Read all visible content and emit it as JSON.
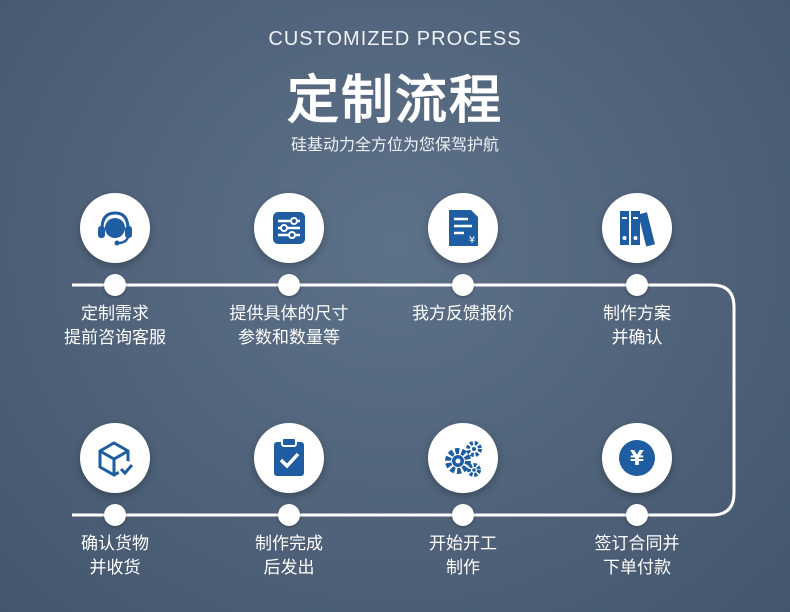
{
  "header": {
    "english_title": "CUSTOMIZED PROCESS",
    "chinese_title": "定制流程",
    "subtitle": "硅基动力全方位为您保驾护航"
  },
  "colors": {
    "accent": "#1f5da3",
    "line": "#ffffff"
  },
  "steps": [
    {
      "icon": "headset-icon",
      "lines": [
        "定制需求",
        "提前咨询客服"
      ]
    },
    {
      "icon": "sliders-icon",
      "lines": [
        "提供具体的尺寸",
        "参数和数量等"
      ]
    },
    {
      "icon": "quote-document-icon",
      "lines": [
        "我方反馈报价",
        ""
      ]
    },
    {
      "icon": "binders-icon",
      "lines": [
        "制作方案",
        "并确认"
      ]
    },
    {
      "icon": "yen-coin-icon",
      "lines": [
        "签订合同并",
        "下单付款"
      ]
    },
    {
      "icon": "gears-icon",
      "lines": [
        "开始开工",
        "制作"
      ]
    },
    {
      "icon": "clipboard-check-icon",
      "lines": [
        "制作完成",
        "后发出"
      ]
    },
    {
      "icon": "package-check-icon",
      "lines": [
        "确认货物",
        "并收货"
      ]
    }
  ]
}
